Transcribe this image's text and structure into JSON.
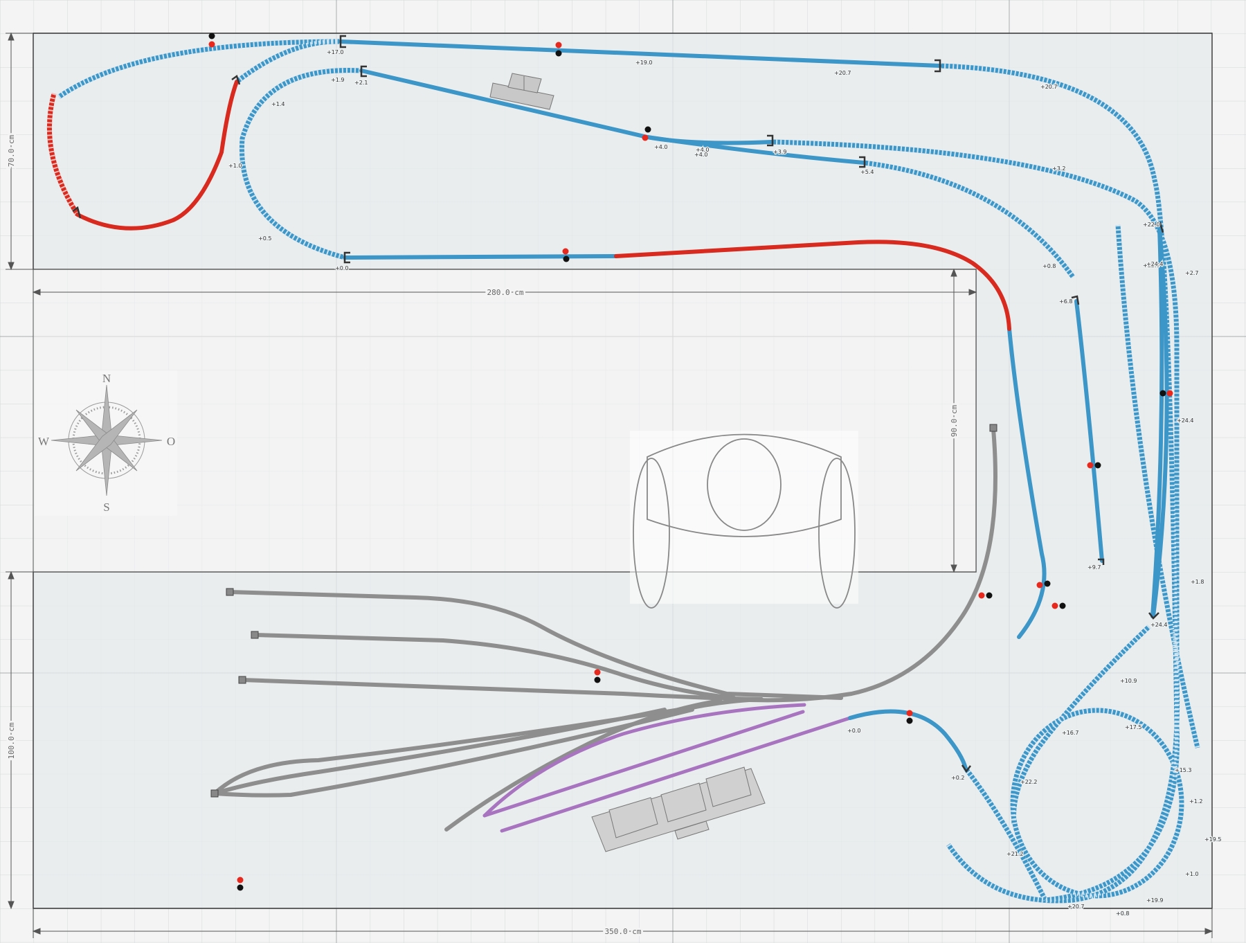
{
  "dimensions": {
    "top_width": "280.0 cm",
    "top_height": "70.0 cm",
    "gap_height": "90.0 cm",
    "bottom_width": "350.0 cm",
    "bottom_height": "100.0 cm"
  },
  "compass": {
    "north": "N",
    "south": "S",
    "west": "W",
    "east": "O"
  },
  "height_labels": [
    "+17.0",
    "+19.0",
    "+20.7",
    "+20.7",
    "+1.9",
    "+2.1",
    "+1.4",
    "+1.0",
    "+0.5",
    "+0.0",
    "+4.0",
    "+4.0",
    "+4.0",
    "+3.9",
    "+5.4",
    "+3.2",
    "+0.8",
    "+6.8",
    "+22.0",
    "+22.0",
    "+2.7",
    "+24.4",
    "+9.7",
    "+24.4",
    "+1.8",
    "+24.4",
    "+10.9",
    "+16.7",
    "+17.5",
    "+15.3",
    "+22.2",
    "+1.2",
    "+19.5",
    "+1.0",
    "+20.7",
    "+19.9",
    "+0.8",
    "+0.0",
    "+0.2",
    "+21.2"
  ],
  "colors": {
    "board": "#e6ebec",
    "track_blue": "#3c96c8",
    "track_red": "#d82a1e",
    "track_grey": "#8e8e8e",
    "track_purple": "#a874c0",
    "marker_red": "#e8271d",
    "marker_black": "#111111"
  }
}
